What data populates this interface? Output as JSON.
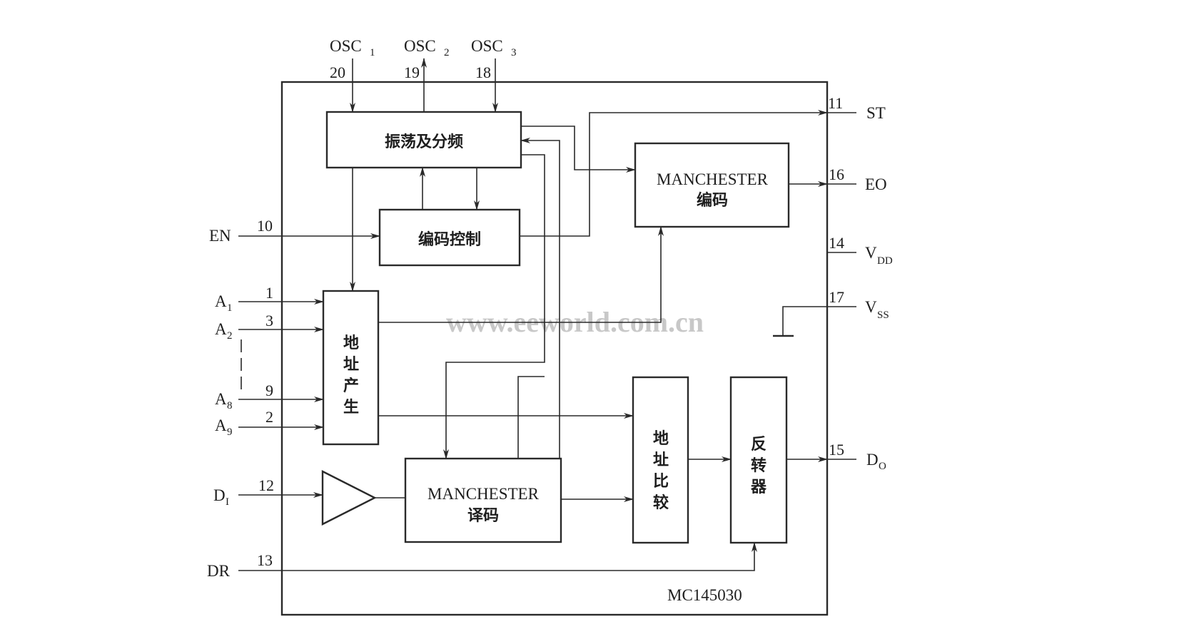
{
  "diagram": {
    "chip_name": "MC145030",
    "watermark": "www.eeworld.com.cn",
    "blocks": {
      "oscillator": "振荡及分频",
      "encode_control": "编码控制",
      "manchester_encoder_line1": "MANCHESTER",
      "manchester_encoder_line2": "编码",
      "address_gen": [
        "地",
        "址",
        "产",
        "生"
      ],
      "manchester_decoder_line1": "MANCHESTER",
      "manchester_decoder_line2": "译码",
      "address_compare": [
        "地",
        "址",
        "比",
        "较"
      ],
      "inverter": [
        "反",
        "转",
        "器"
      ]
    },
    "pins": {
      "osc1": {
        "name": "OSC",
        "sub": "1",
        "num": "20"
      },
      "osc2": {
        "name": "OSC",
        "sub": "2",
        "num": "19"
      },
      "osc3": {
        "name": "OSC",
        "sub": "3",
        "num": "18"
      },
      "en": {
        "name": "EN",
        "num": "10"
      },
      "a1": {
        "name": "A",
        "sub": "1",
        "num": "1"
      },
      "a2": {
        "name": "A",
        "sub": "2",
        "num": "3"
      },
      "a8": {
        "name": "A",
        "sub": "8",
        "num": "9"
      },
      "a9": {
        "name": "A",
        "sub": "9",
        "num": "2"
      },
      "di": {
        "name": "D",
        "sub": "I",
        "num": "12"
      },
      "dr": {
        "name": "DR",
        "num": "13"
      },
      "st": {
        "name": "ST",
        "num": "11"
      },
      "eo": {
        "name": "EO",
        "num": "16"
      },
      "vdd": {
        "name": "V",
        "sub": "DD",
        "num": "14"
      },
      "vss": {
        "name": "V",
        "sub": "SS",
        "num": "17"
      },
      "do": {
        "name": "D",
        "sub": "O",
        "num": "15"
      }
    }
  }
}
